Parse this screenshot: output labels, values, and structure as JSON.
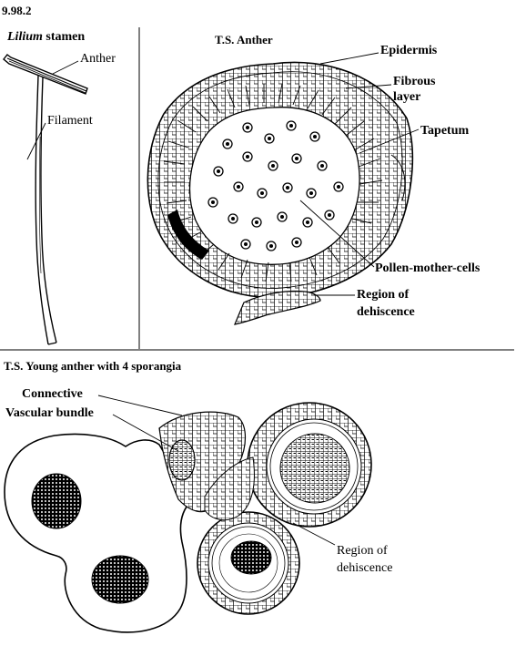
{
  "figure_number": "9.98.2",
  "panel_stamen": {
    "title_species": "Lilium",
    "title_rest": " stamen",
    "label_anther": "Anther",
    "label_filament": "Filament"
  },
  "panel_ts_anther": {
    "title": "T.S. Anther",
    "label_epidermis": "Epidermis",
    "label_fibrous_1": "Fibrous",
    "label_fibrous_2": "layer",
    "label_tapetum": "Tapetum",
    "label_pollen": "Pollen-mother-cells",
    "label_dehiscence_1": "Region of",
    "label_dehiscence_2": "dehiscence"
  },
  "panel_young_anther": {
    "title": "T.S. Young anther with 4 sporangia",
    "label_connective": "Connective",
    "label_vascular": "Vascular bundle",
    "label_dehiscence_1": "Region of",
    "label_dehiscence_2": "dehiscence"
  },
  "colors": {
    "ink": "#000000",
    "paper": "#ffffff"
  }
}
